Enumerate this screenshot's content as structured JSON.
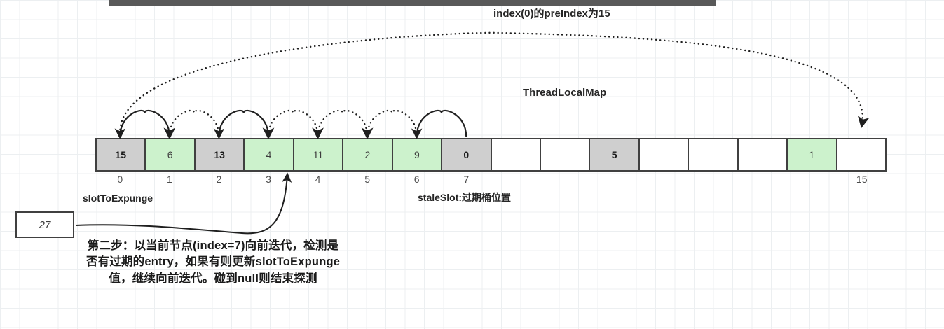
{
  "diagram": {
    "title_top": "index(0)的preIndex为15",
    "structure_label": "ThreadLocalMap",
    "slot_to_expunge_label": "slotToExpunge",
    "stale_slot_label": "staleSlot:过期桶位置",
    "side_box_value": "27",
    "caption": "第二步：以当前节点(index=7)向前迭代，检测是否有过期的entry，如果有则更新slotToExpunge值，继续向前迭代。碰到null则结束探测"
  },
  "colors": {
    "gray_cell": "#cfcfcf",
    "green_cell": "#ccf2cc",
    "empty_cell": "#ffffff",
    "border": "#404040",
    "topbar": "#595959",
    "grid": "#eceff1"
  },
  "array": {
    "size": 16,
    "cells": [
      {
        "index": 0,
        "value": "15",
        "state": "gray"
      },
      {
        "index": 1,
        "value": "6",
        "state": "green"
      },
      {
        "index": 2,
        "value": "13",
        "state": "gray"
      },
      {
        "index": 3,
        "value": "4",
        "state": "green"
      },
      {
        "index": 4,
        "value": "11",
        "state": "green"
      },
      {
        "index": 5,
        "value": "2",
        "state": "green"
      },
      {
        "index": 6,
        "value": "9",
        "state": "green"
      },
      {
        "index": 7,
        "value": "0",
        "state": "gray"
      },
      {
        "index": 8,
        "value": "",
        "state": "empty"
      },
      {
        "index": 9,
        "value": "",
        "state": "empty"
      },
      {
        "index": 10,
        "value": "5",
        "state": "gray"
      },
      {
        "index": 11,
        "value": "",
        "state": "empty"
      },
      {
        "index": 12,
        "value": "",
        "state": "empty"
      },
      {
        "index": 13,
        "value": "",
        "state": "empty"
      },
      {
        "index": 14,
        "value": "1",
        "state": "green"
      },
      {
        "index": 15,
        "value": "",
        "state": "empty"
      }
    ],
    "index_labels_shown": [
      "0",
      "1",
      "2",
      "3",
      "4",
      "5",
      "6",
      "7",
      "15"
    ]
  },
  "arrows": {
    "hop_arcs": [
      {
        "from": 1,
        "to": 0,
        "style": "solid"
      },
      {
        "from": 2,
        "to": 1,
        "style": "dotted"
      },
      {
        "from": 3,
        "to": 2,
        "style": "solid"
      },
      {
        "from": 4,
        "to": 3,
        "style": "dotted"
      },
      {
        "from": 5,
        "to": 4,
        "style": "dotted"
      },
      {
        "from": 6,
        "to": 5,
        "style": "dotted"
      },
      {
        "from": 7,
        "to": 6,
        "style": "solid"
      }
    ],
    "wrap_arc": {
      "from": 0,
      "to": 15,
      "style": "dotted"
    },
    "pointer_to_cell": 4
  }
}
